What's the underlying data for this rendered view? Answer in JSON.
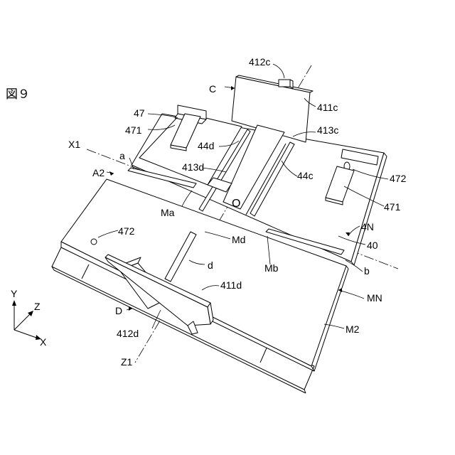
{
  "figure": {
    "title": "図９",
    "labels": {
      "c": "C",
      "l412c": "412c",
      "l411c": "411c",
      "l413c": "413c",
      "l47": "47",
      "l471_left": "471",
      "l44d": "44d",
      "x1": "X1",
      "a": "a",
      "l413d": "413d",
      "a2": "A2",
      "ma": "Ma",
      "o": "O",
      "l44c": "44c",
      "l472_right": "472",
      "l471_right": "471",
      "l472_left": "472",
      "md": "Md",
      "l4n": "4N",
      "l40": "40",
      "mb": "Mb",
      "b": "b",
      "d_small": "d",
      "l411d": "411d",
      "mn": "MN",
      "d_cap": "D",
      "l412d": "412d",
      "m2": "M2",
      "z1": "Z1"
    },
    "axes": {
      "y": "Y",
      "z": "Z",
      "x": "X"
    }
  }
}
